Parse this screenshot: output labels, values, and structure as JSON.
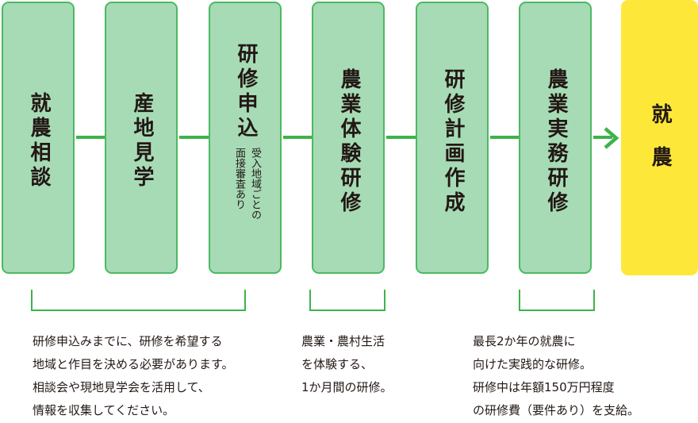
{
  "steps": [
    {
      "label": "就農相談"
    },
    {
      "label": "産地見学"
    },
    {
      "label": "研修申込",
      "sub": [
        "受入地域ごとの",
        "面接審査あり"
      ]
    },
    {
      "label": "農業体験研修"
    },
    {
      "label": "研修計画作成"
    },
    {
      "label": "農業実務研修"
    }
  ],
  "final": {
    "label": "就農"
  },
  "descriptions": [
    {
      "lines": [
        "研修申込みまでに、研修を希望する",
        "地域と作目を決める必要があります。",
        "相談会や現地見学会を活用して、",
        "情報を収集してください。"
      ]
    },
    {
      "lines": [
        "農業・農村生活",
        "を体験する、",
        "1か月間の研修。"
      ]
    },
    {
      "lines": [
        "最長2か年の就農に",
        "向けた実践的な研修。",
        "研修中は年額150万円程度",
        "の研修費（要件あり）を支給。"
      ]
    }
  ],
  "colors": {
    "accent": "#3eb34b",
    "box_fill": "#a6dbb6",
    "box_border": "#4cb960",
    "final_fill": "#fde83a"
  }
}
